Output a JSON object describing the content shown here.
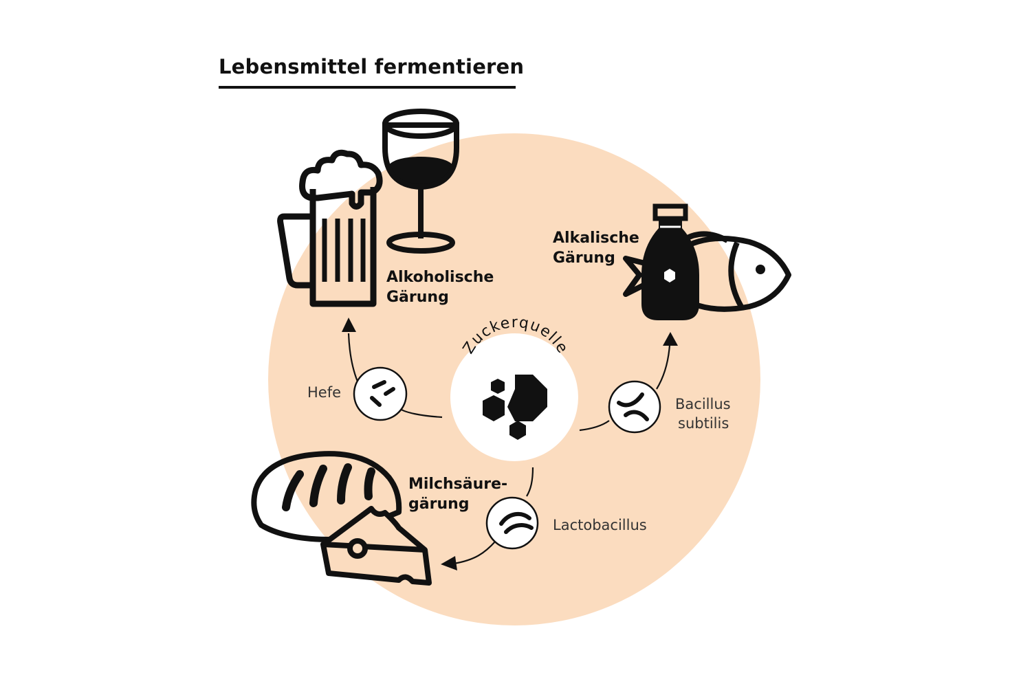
{
  "title": "Lebensmittel fermentieren",
  "center": {
    "label": "Zuckerquelle",
    "icon": "sugar-crystals-icon"
  },
  "colors": {
    "background_circle": "#fbdcbf",
    "ink": "#111111",
    "white": "#ffffff"
  },
  "branches": [
    {
      "microbe": "Hefe",
      "microbe_icon": "yeast-cells-icon",
      "process_line1": "Alkoholische",
      "process_line2": "Gärung",
      "product_icons": [
        "beer-mug-icon",
        "wine-glass-icon"
      ]
    },
    {
      "microbe_line1": "Bacillus",
      "microbe_line2": "subtilis",
      "microbe_icon": "bacillus-icon",
      "process_line1": "Alkalische",
      "process_line2": "Gärung",
      "product_icons": [
        "soy-sauce-bottle-icon",
        "fish-icon"
      ]
    },
    {
      "microbe": "Lactobacillus",
      "microbe_icon": "lactobacillus-icon",
      "process_line1": "Milchsäure-",
      "process_line2": "gärung",
      "product_icons": [
        "bread-icon",
        "cheese-icon"
      ]
    }
  ]
}
